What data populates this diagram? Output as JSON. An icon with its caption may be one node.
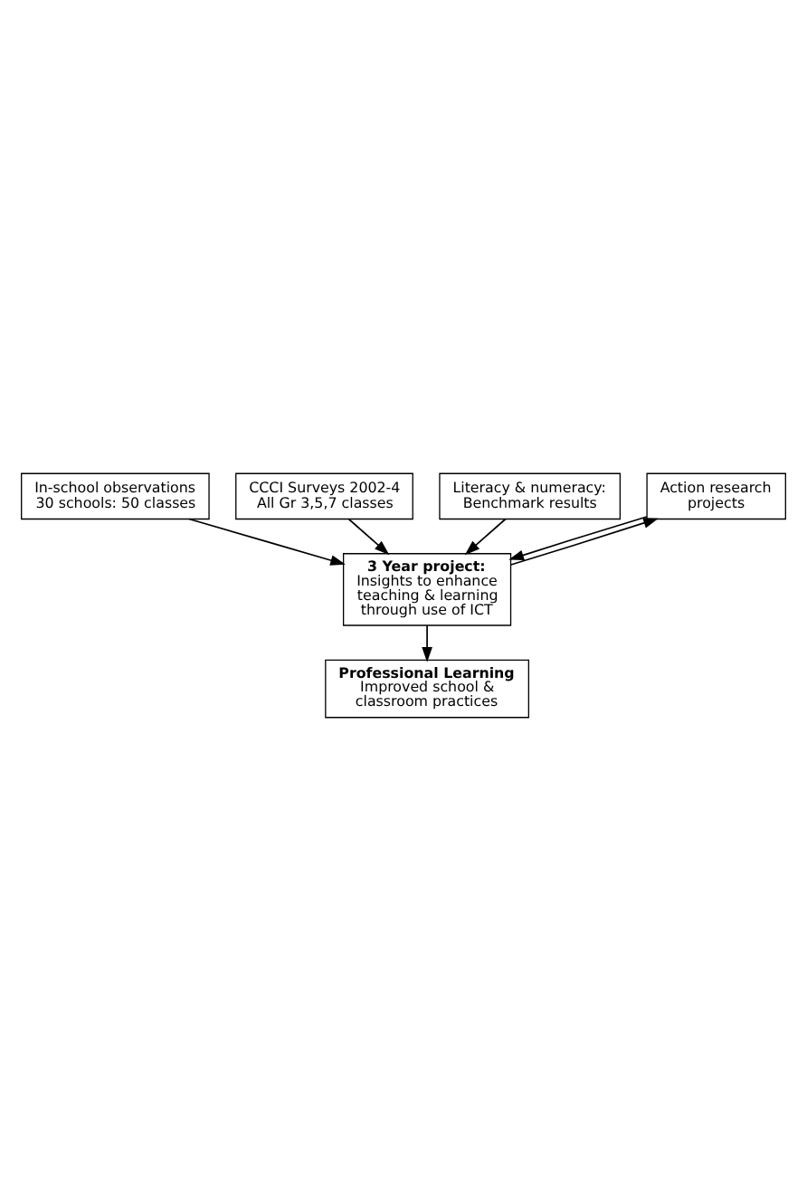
{
  "diagram": {
    "nodes": [
      {
        "text": [
          "In-school observations 30 schools: 50 classes"
        ]
      },
      {
        "text": [
          "CCCI Surveys 2002-4 All Gr 3,5,7 classes"
        ]
      },
      {
        "text": [
          "Literacy & numeracy: Benchmark results"
        ]
      },
      {
        "text": [
          "Action research projects"
        ]
      },
      {
        "text": [
          "3 Year project:",
          "Insights to enhance teaching & learning through use of ICT"
        ]
      },
      {
        "text": [
          "Professional Learning",
          "Improved school & classroom practices"
        ]
      }
    ],
    "edges": [
      {
        "from": 0,
        "to": 4,
        "arrow": "to"
      },
      {
        "from": 1,
        "to": 4,
        "arrow": "to"
      },
      {
        "from": 2,
        "to": 4,
        "arrow": "to"
      },
      {
        "from": 3,
        "to": 4,
        "arrow": "to"
      },
      {
        "from": 4,
        "to": 3,
        "arrow": "to"
      },
      {
        "from": 4,
        "to": 5,
        "arrow": "to"
      }
    ]
  }
}
